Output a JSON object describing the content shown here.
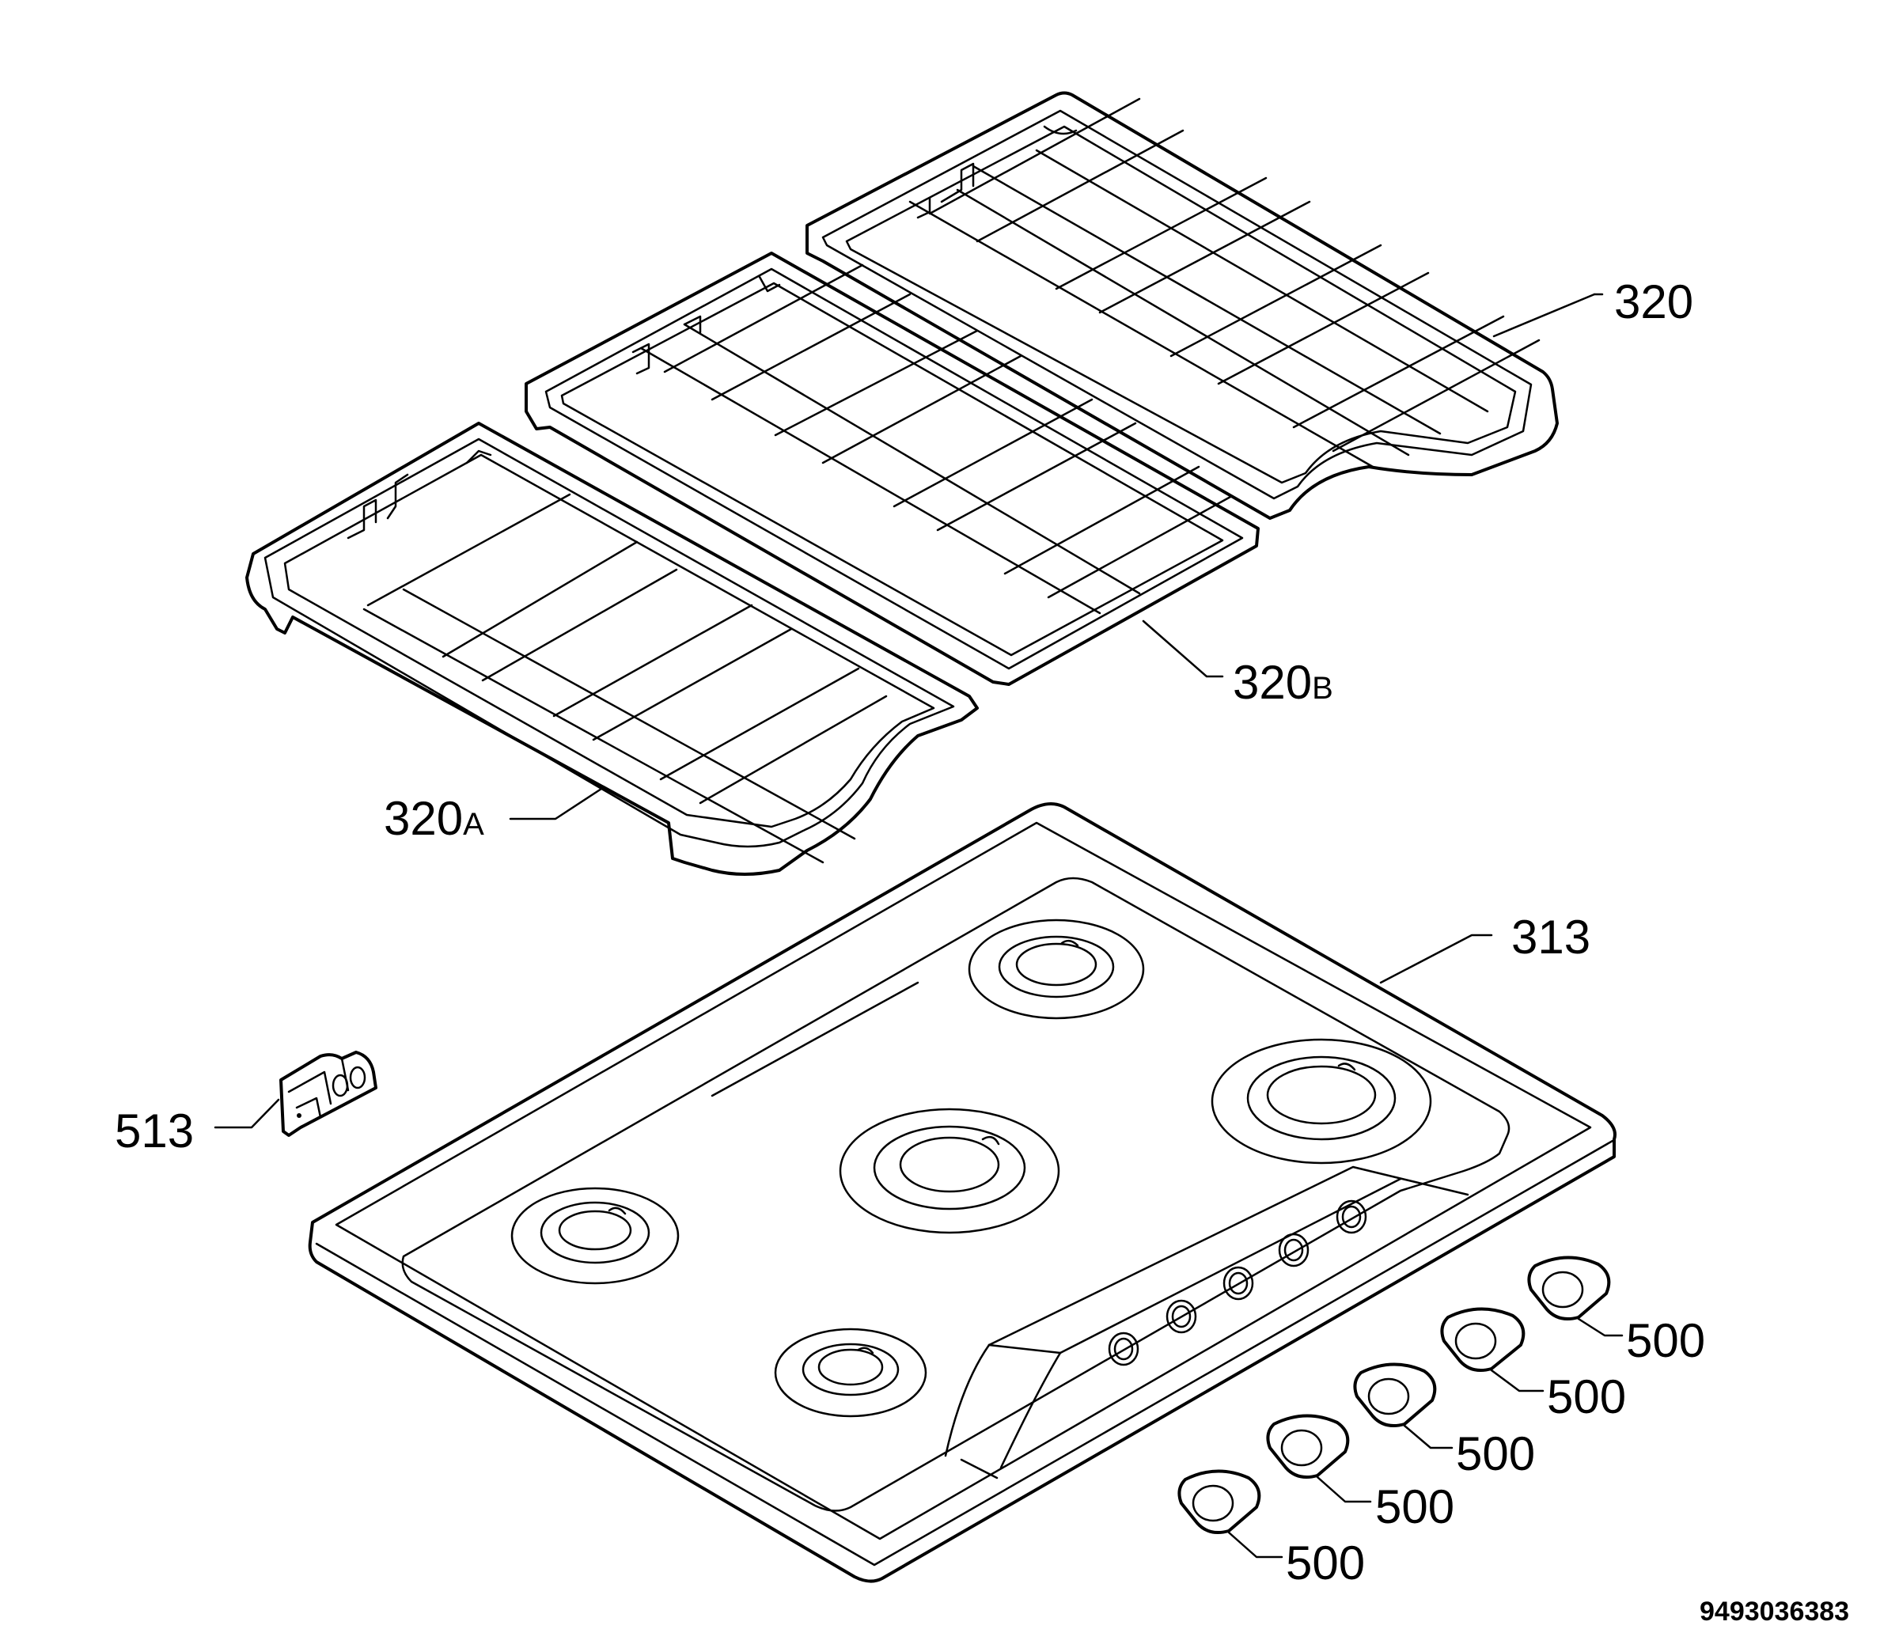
{
  "callouts": {
    "grate_right": "320",
    "grate_middle_main": "320",
    "grate_middle_suffix": "B",
    "grate_left_main": "320",
    "grate_left_suffix": "A",
    "hob_top": "313",
    "clip": "513",
    "knob": "500"
  },
  "drawing_number": "9493036383"
}
